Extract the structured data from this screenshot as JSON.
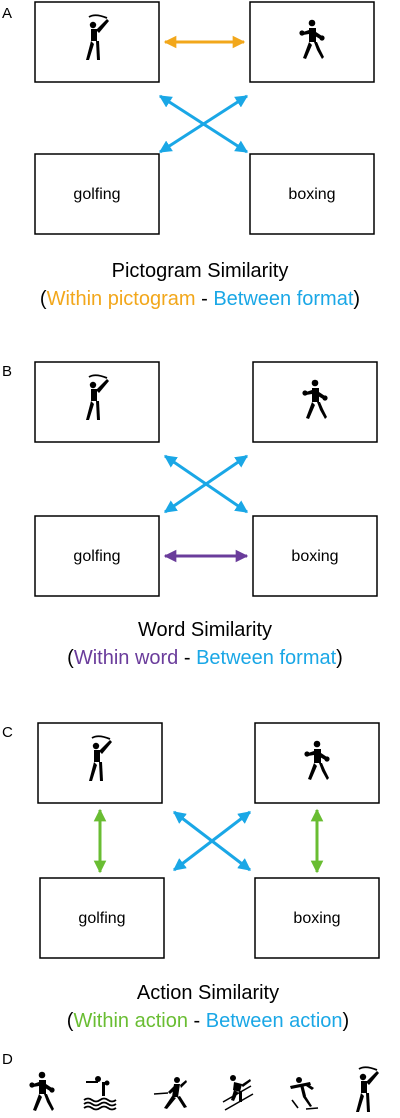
{
  "colors": {
    "orange": "#F2A71B",
    "blue": "#1AA7E6",
    "purple": "#6A3C9B",
    "green": "#69BD32",
    "black": "#000000"
  },
  "panels": {
    "a": {
      "letter": "A",
      "words": {
        "left": "golfing",
        "right": "boxing"
      },
      "title": "Pictogram Similarity",
      "caption": {
        "open": "(",
        "within": "Within pictogram",
        "dash": " - ",
        "between": "Between format",
        "close": ")"
      },
      "icons": [
        "golf-icon",
        "boxing-icon"
      ]
    },
    "b": {
      "letter": "B",
      "words": {
        "left": "golfing",
        "right": "boxing"
      },
      "title": "Word Similarity",
      "caption": {
        "open": "(",
        "within": "Within word",
        "dash": " - ",
        "between": "Between format",
        "close": ")"
      },
      "icons": [
        "golf-icon",
        "boxing-icon"
      ]
    },
    "c": {
      "letter": "C",
      "words": {
        "left": "golfing",
        "right": "boxing"
      },
      "title": "Action Similarity",
      "caption": {
        "open": "(",
        "within": "Within action",
        "dash": " - ",
        "between": "Between action",
        "close": ")"
      },
      "icons": [
        "golf-icon",
        "boxing-icon"
      ]
    },
    "d": {
      "letter": "D",
      "icons": [
        "boxing-icon",
        "water-polo-icon",
        "fencing-icon",
        "skiing-icon",
        "speed-skating-icon",
        "golf-icon"
      ]
    }
  }
}
